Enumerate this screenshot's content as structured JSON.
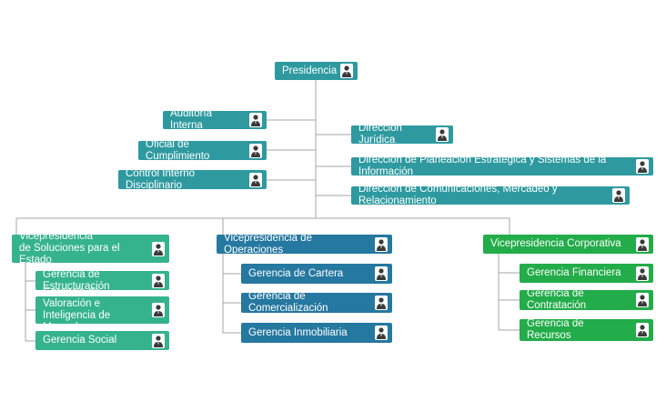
{
  "colors": {
    "teal": "#2e9aa0",
    "blue": "#2578a0",
    "mint": "#35b38c",
    "green": "#23ac4a",
    "line": "#a6a6a6"
  },
  "icon": "person-icon",
  "org": {
    "root": {
      "label": "Presidencia"
    },
    "left_staff": [
      {
        "label": "Auditoría Interna"
      },
      {
        "label": "Oficial de Cumplimiento"
      },
      {
        "label": "Control Interno Disciplinario"
      }
    ],
    "right_staff": [
      {
        "label": "Dirección Jurídica"
      },
      {
        "label": "Dirección de Planeación Estratégica y Sistemas de la Información"
      },
      {
        "label": "Dirección de Comunicaciones, Mercadeo y Relacionamiento"
      }
    ],
    "vp_soluciones": {
      "label": "Vicepresidencia\nde Soluciones para el  Estado",
      "children": [
        {
          "label": "Gerencia de Estructuración"
        },
        {
          "label": "Gerencia de Valoración e\nInteligencia de Mercado"
        },
        {
          "label": "Gerencia Social"
        }
      ]
    },
    "vp_operaciones": {
      "label": "Vicepresidencia de Operaciones",
      "children": [
        {
          "label": "Gerencia de Cartera"
        },
        {
          "label": "Gerencia de Comercialización"
        },
        {
          "label": "Gerencia Inmobiliaria"
        }
      ]
    },
    "vp_corporativa": {
      "label": "Vicepresidencia Corporativa",
      "children": [
        {
          "label": "Gerencia Financiera"
        },
        {
          "label": "Gerencia de Contratación"
        },
        {
          "label": "Gerencia de Recursos"
        }
      ]
    }
  }
}
